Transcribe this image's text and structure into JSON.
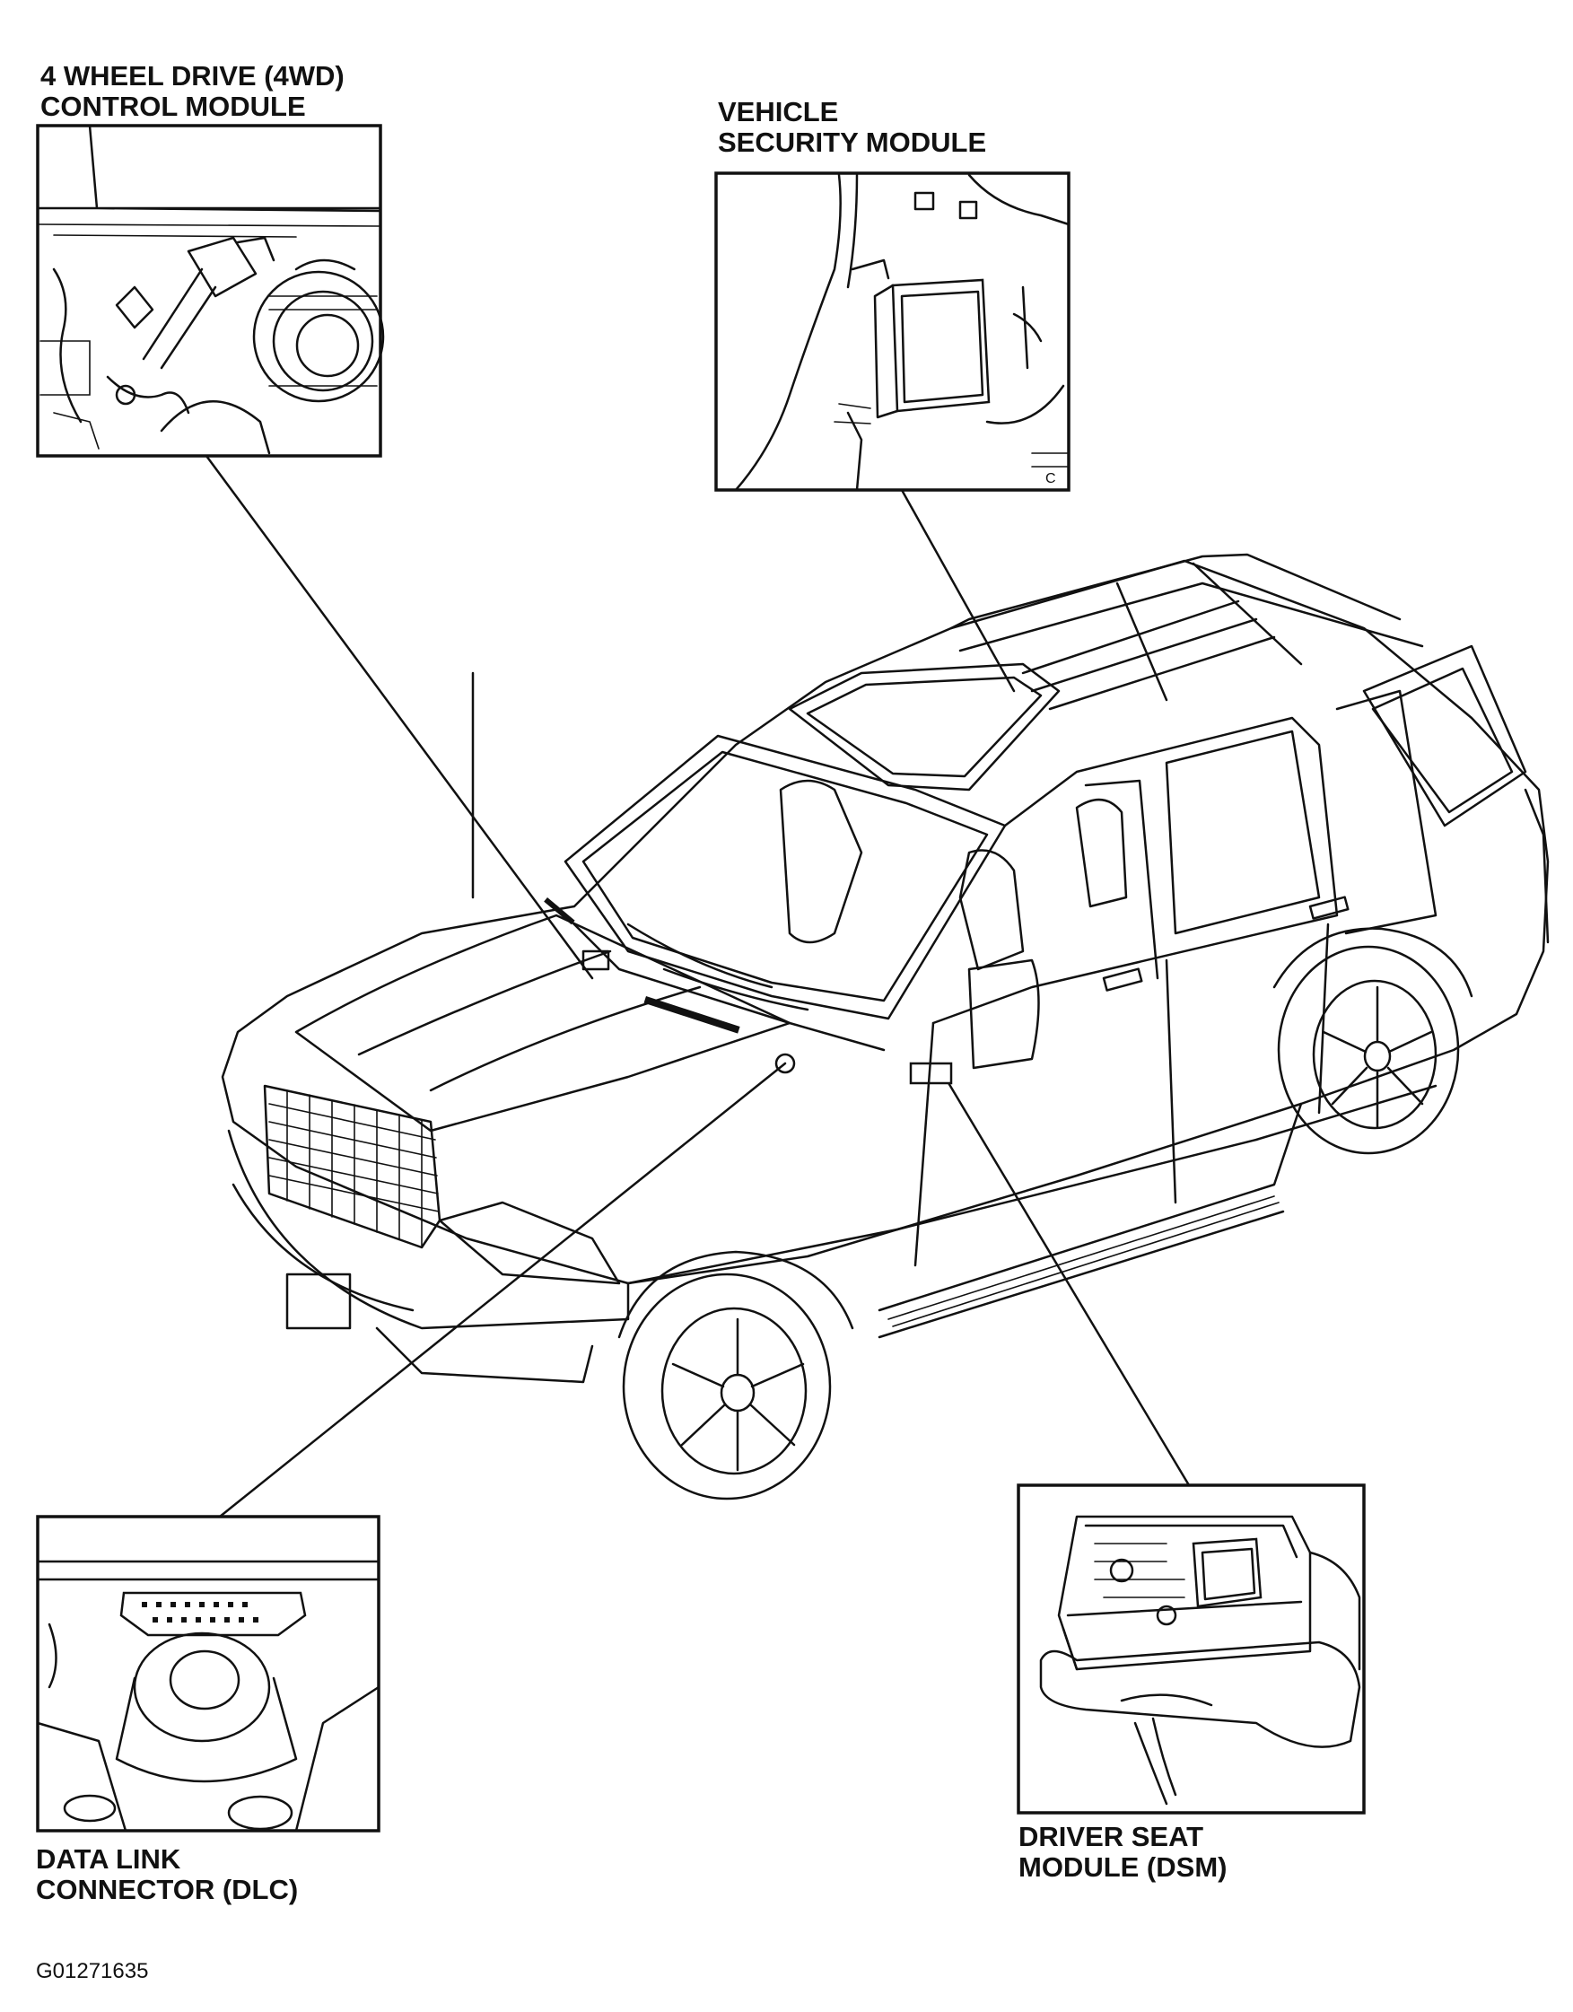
{
  "callouts": {
    "four_wd_module": {
      "line1": "4 WHEEL DRIVE (4WD)",
      "line2": "CONTROL MODULE"
    },
    "vehicle_security_module": {
      "line1": "VEHICLE",
      "line2": "SECURITY MODULE"
    },
    "data_link_connector": {
      "line1": "DATA LINK",
      "line2": "CONNECTOR (DLC)"
    },
    "driver_seat_module": {
      "line1": "DRIVER SEAT",
      "line2": "MODULE (DSM)"
    }
  },
  "figure_id": "G01271635",
  "inset_marks": {
    "security_corner": "C"
  },
  "colors": {
    "ink": "#111111",
    "paper": "#ffffff"
  }
}
